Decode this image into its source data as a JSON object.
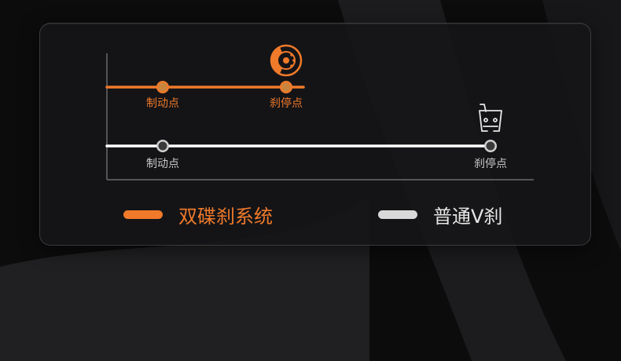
{
  "diagram": {
    "disc": {
      "brake_point_label": "制动点",
      "stop_point_label": "刹停点",
      "color": "#f07a2a"
    },
    "v_brake": {
      "brake_point_label": "制动点",
      "stop_point_label": "刹停点",
      "color": "#ffffff"
    }
  },
  "legend": {
    "disc_label": "双碟刹系统",
    "v_label": "普通V刹"
  },
  "icons": {
    "disc_icon": "disc-brake-icon",
    "v_icon": "v-brake-icon"
  },
  "colors": {
    "accent": "#f07a2a",
    "panel_border": "#3a3a3c",
    "background": "#0c0c0d"
  }
}
